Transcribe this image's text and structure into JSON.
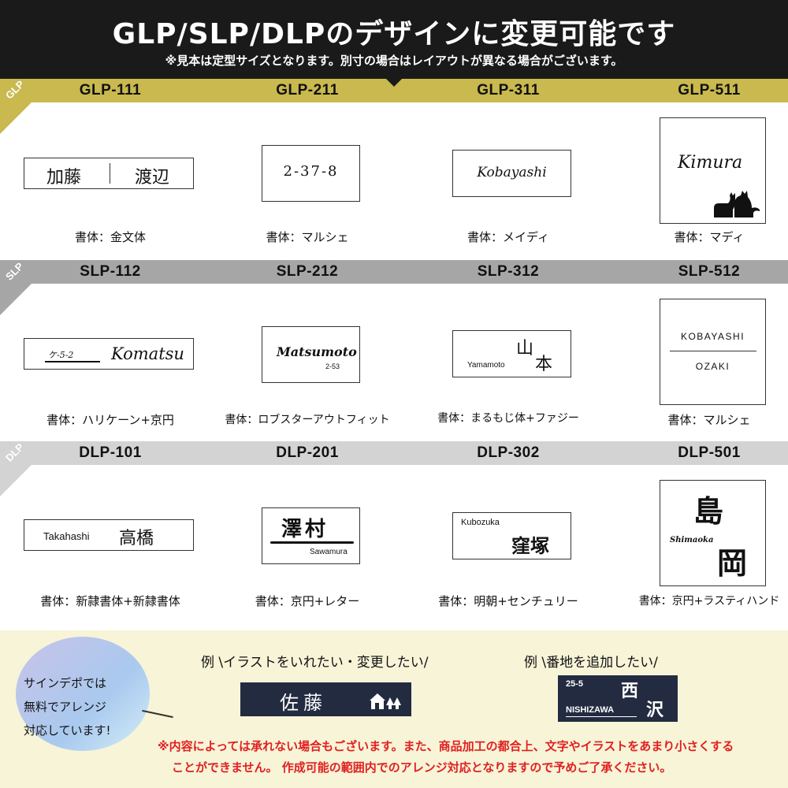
{
  "header": {
    "title": "GLP/SLP/DLPのデザインに変更可能です",
    "note": "※見本は定型サイズとなります。別寸の場合はレイアウトが異なる場合がございます。"
  },
  "colors": {
    "header_bg": "#1a1a1a",
    "glp_band": "#c9b94e",
    "slp_band": "#a6a6a6",
    "dlp_band": "#d3d3d3",
    "bottom_bg": "#f7f4d8",
    "dark_plate": "#232b41",
    "caution": "#e02020"
  },
  "sections": [
    {
      "label": "GLP",
      "items": [
        {
          "code": "GLP-111",
          "font": "書体：金文体",
          "sample": {
            "left": "加藤",
            "right": "渡辺"
          }
        },
        {
          "code": "GLP-211",
          "font": "書体：マルシェ",
          "sample": {
            "text": "2-37-8"
          }
        },
        {
          "code": "GLP-311",
          "font": "書体：メイディ",
          "sample": {
            "text": "Kobayashi"
          }
        },
        {
          "code": "GLP-511",
          "font": "書体：マディ",
          "sample": {
            "text": "Kimura",
            "icon": "cats-icon"
          }
        }
      ]
    },
    {
      "label": "SLP",
      "items": [
        {
          "code": "SLP-112",
          "font": "書体：ハリケーン+京円",
          "sample": {
            "small": "ケ-5-2",
            "text": "Komatsu"
          }
        },
        {
          "code": "SLP-212",
          "font": "書体：ロブスターアウトフィット",
          "sample": {
            "text": "Matsumoto",
            "small": "2-53"
          }
        },
        {
          "code": "SLP-312",
          "font": "書体：まるもじ体+ファジー",
          "sample": {
            "small": "Yamamoto",
            "kanji1": "山",
            "kanji2": "本"
          }
        },
        {
          "code": "SLP-512",
          "font": "書体：マルシェ",
          "sample": {
            "top": "KOBAYASHI",
            "bottom": "OZAKI"
          }
        }
      ]
    },
    {
      "label": "DLP",
      "items": [
        {
          "code": "DLP-101",
          "font": "書体：新隷書体+新隷書体",
          "sample": {
            "small": "Takahashi",
            "text": "高橋"
          }
        },
        {
          "code": "DLP-201",
          "font": "書体：京円+レター",
          "sample": {
            "text": "澤村",
            "small": "Sawamura"
          }
        },
        {
          "code": "DLP-302",
          "font": "書体：明朝+センチュリー",
          "sample": {
            "small": "Kubozuka",
            "text": "窪塚"
          }
        },
        {
          "code": "DLP-501",
          "font": "書体：京円+ラスティハンド",
          "sample": {
            "kanji1": "島",
            "small": "Shimaoka",
            "kanji2": "岡"
          }
        }
      ]
    }
  ],
  "bubble": {
    "lines": [
      "サインデポでは",
      "無料でアレンジ",
      "対応しています!"
    ]
  },
  "examples": [
    {
      "title": "例 \\イラストをいれたい・変更したい/",
      "text": "佐藤",
      "icon": "house-trees-icon"
    },
    {
      "title": "例 \\番地を追加したい/",
      "small_top": "25-5",
      "small_bottom": "NISHIZAWA",
      "kanji1": "西",
      "kanji2": "沢"
    }
  ],
  "caution": {
    "line1": "※内容によっては承れない場合もございます。また、商品加工の都合上、文字やイラストをあまり小さくする",
    "line2": "ことができません。 作成可能の範囲内でのアレンジ対応となりますので予めご了承ください。"
  }
}
